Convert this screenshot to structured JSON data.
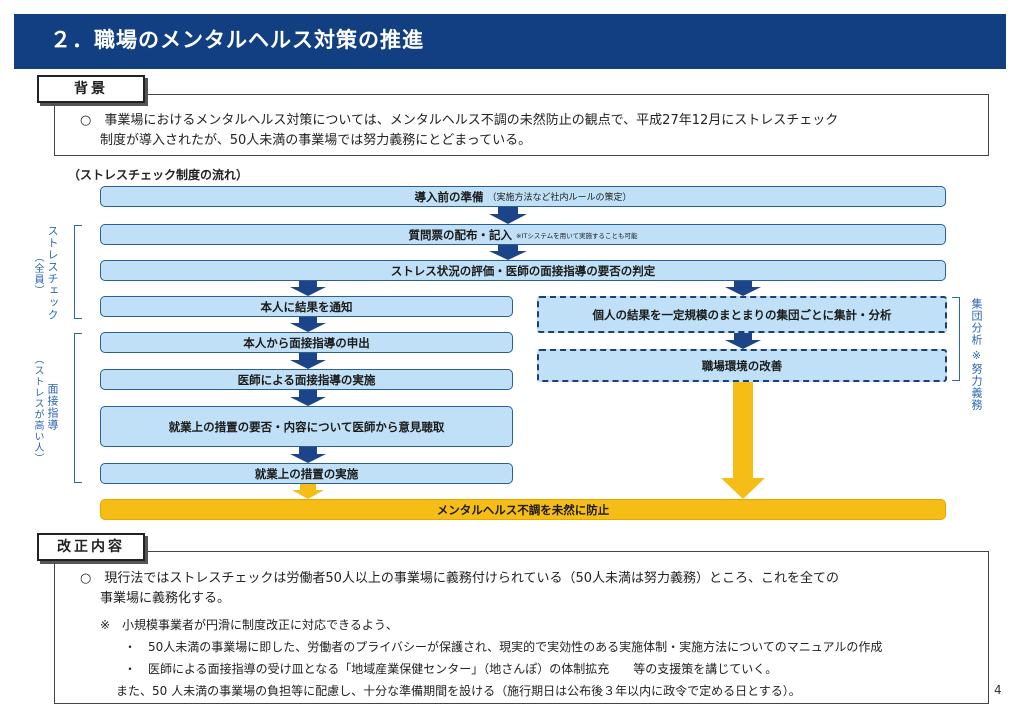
{
  "header": {
    "title": "２．職場のメンタルヘルス対策の推進"
  },
  "background": {
    "label": "背景",
    "line1": "○　事業場におけるメンタルヘルス対策については、メンタルヘルス不調の未然防止の観点で、平成27年12月にストレスチェック",
    "line2": "制度が導入されたが、50人未満の事業場では努力義務にとどまっている。"
  },
  "flow": {
    "heading": "（ストレスチェック制度の流れ）",
    "step1": "導入前の準備",
    "step1_note": "（実施方法など社内ルールの策定）",
    "step2": "質問票の配布・記入",
    "step2_note": "※ITシステムを用いて実施することも可能",
    "step3": "ストレス状況の評価・医師の面接指導の要否の判定",
    "step4": "本人に結果を通知",
    "step5": "本人から面接指導の申出",
    "step6": "医師による面接指導の実施",
    "step7": "就業上の措置の要否・内容について医師から意見聴取",
    "step8": "就業上の措置の実施",
    "group1": "個人の結果を一定規模のまとまりの集団ごとに集計・分析",
    "group2": "職場環境の改善",
    "goal": "メンタルヘルス不調を未然に防止",
    "side_all_a": "ストレスチェック",
    "side_all_b": "（全員）",
    "side_high_a": "面接指導",
    "side_high_b": "（ストレスが高い人）",
    "side_group_a": "集団分析",
    "side_group_b": "※努力義務"
  },
  "revision": {
    "label": "改正内容",
    "line1": "○　現行法ではストレスチェックは労働者50人以上の事業場に義務付けられている（50人未満は努力義務）ところ、これを全ての",
    "line2": "事業場に義務化する。",
    "note": "※　小規模事業者が円滑に制度改正に対応できるよう、",
    "bullet1": "・　50人未満の事業場に即した、労働者のプライバシーが保護され、現実的で実効性のある実施体制・実施方法についてのマニュアルの作成",
    "bullet2": "・　医師による面接指導の受け皿となる「地域産業保健センター」（地さんぽ）の体制拡充　　等の支援策を講じていく。",
    "closing": "また、50 人未満の事業場の負担等に配慮し、十分な準備期間を設ける（施行期日は公布後３年以内に政令で定める日とする）。"
  },
  "page_number": "4"
}
